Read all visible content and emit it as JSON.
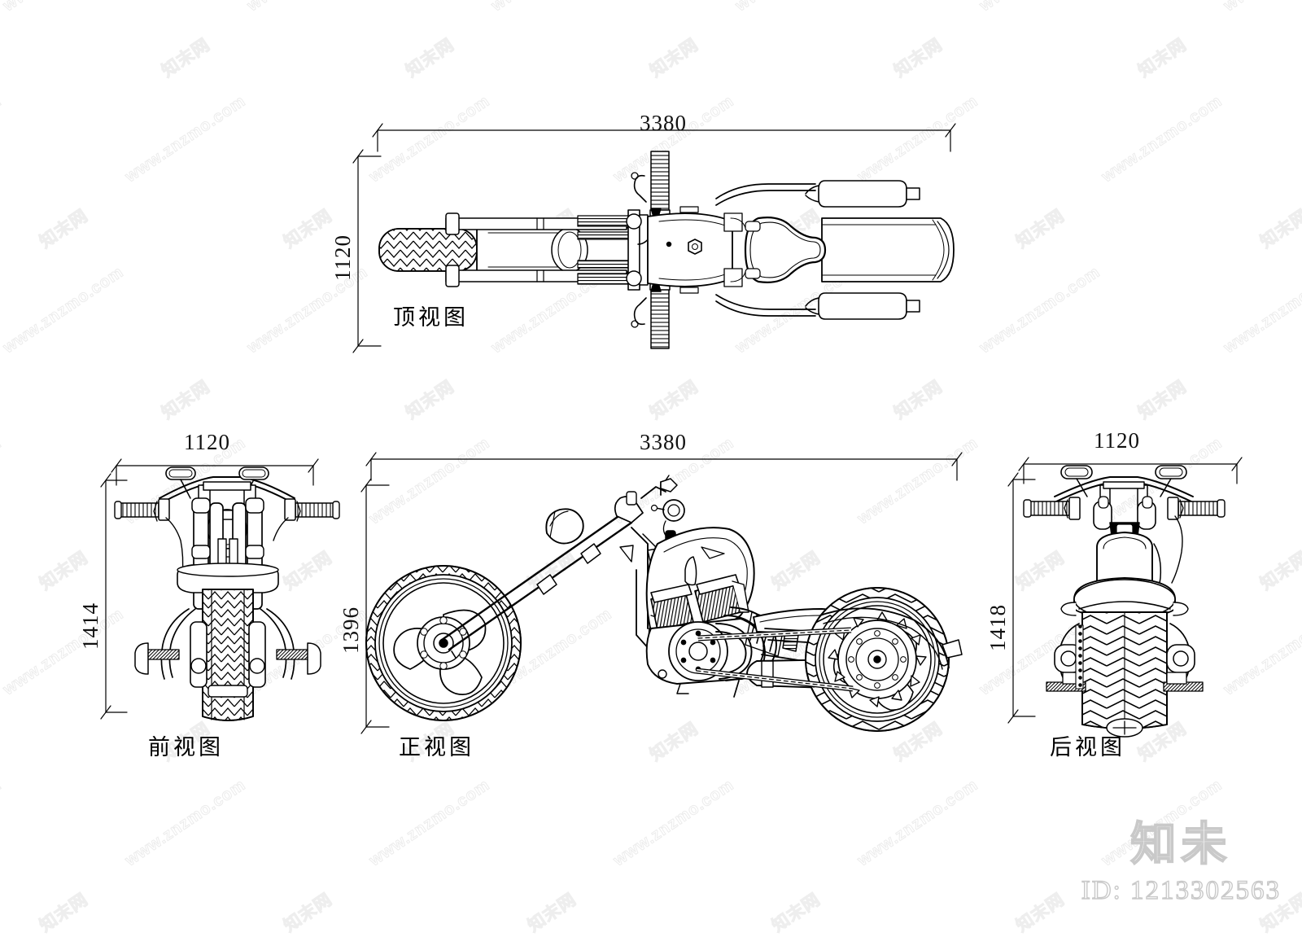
{
  "document": {
    "type": "cad-technical-drawing",
    "subject": "chopper-motorcycle",
    "background_color": "#ffffff",
    "line_color": "#000000"
  },
  "views": [
    {
      "id": "top",
      "label": "顶视图",
      "width_dim": "3380",
      "height_dim": "1120"
    },
    {
      "id": "front",
      "label": "前视图",
      "width_dim": "1120",
      "height_dim": "1414"
    },
    {
      "id": "side",
      "label": "正视图",
      "width_dim": "3380",
      "height_dim": "1396"
    },
    {
      "id": "rear",
      "label": "后视图",
      "width_dim": "1120",
      "height_dim": "1418"
    }
  ],
  "dimensions": {
    "top_width": "3380",
    "top_height": "1120",
    "front_width": "1120",
    "front_height": "1414",
    "side_width": "3380",
    "side_height": "1396",
    "rear_width": "1120",
    "rear_height": "1418"
  },
  "labels": {
    "top_view": "顶视图",
    "front_view": "前视图",
    "side_view": "正视图",
    "rear_view": "后视图"
  },
  "watermark": {
    "url_text": "www.znzmo.com",
    "cn_text": "知末网",
    "color": "#ececec",
    "angle_deg": -34
  },
  "brand": {
    "logo_text": "知未",
    "id_text": "ID: 1213302563",
    "color": "#c9c9c9"
  }
}
